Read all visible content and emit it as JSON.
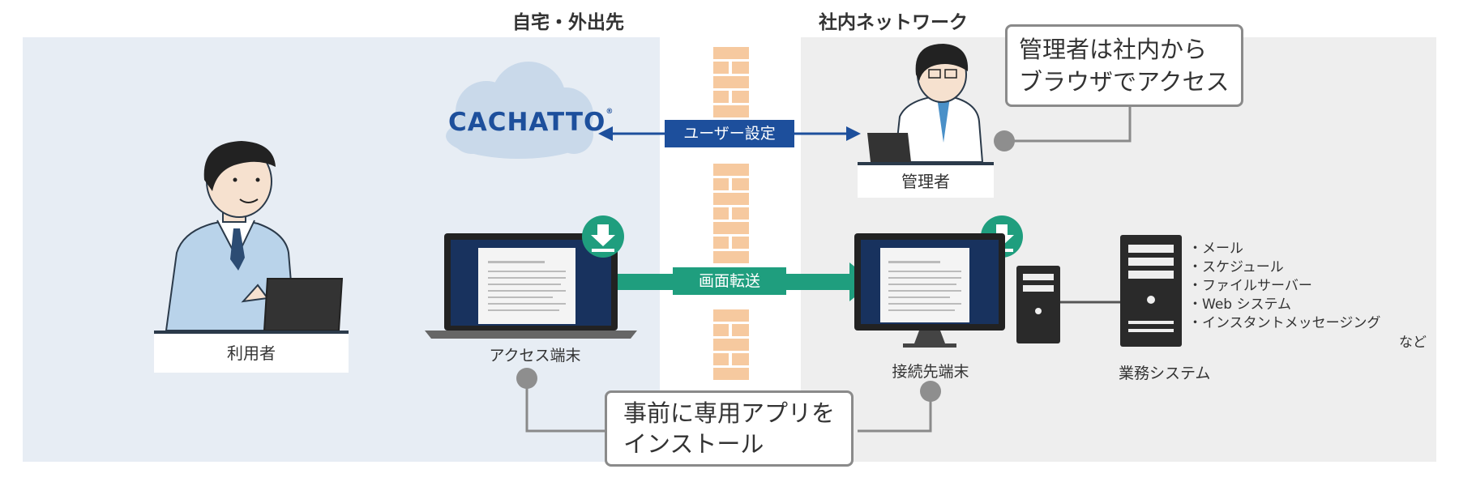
{
  "zones": {
    "home": "自宅・外出先",
    "office": "社内ネットワーク"
  },
  "brand": {
    "logo": "CACHATTO",
    "mark": "®"
  },
  "arrows": {
    "user_settings": "ユーザー設定",
    "screen_transfer": "画面転送"
  },
  "labels": {
    "user": "利用者",
    "access_terminal": "アクセス端末",
    "admin": "管理者",
    "destination_terminal": "接続先端末",
    "business_system": "業務システム"
  },
  "notes": {
    "admin_note_line1": "管理者は社内から",
    "admin_note_line2": "ブラウザでアクセス",
    "install_note_line1": "事前に専用アプリを",
    "install_note_line2": "インストール"
  },
  "services": [
    "・メール",
    "・スケジュール",
    "・ファイルサーバー",
    "・Web システム",
    "・インスタントメッセージング"
  ],
  "services_suffix": "など",
  "colors": {
    "home_bg": "#e7edf4",
    "office_bg": "#eeeeee",
    "blue_arrow": "#1d4f9c",
    "green_arrow": "#1f9e7e",
    "firewall": "#f6c99f",
    "logo_blue": "#1d4f9c",
    "cloud": "#c9d9ea"
  },
  "icons": [
    "cloud-icon",
    "download-icon",
    "laptop-icon",
    "monitor-icon",
    "server-icon",
    "person-icon",
    "firewall-icon"
  ]
}
